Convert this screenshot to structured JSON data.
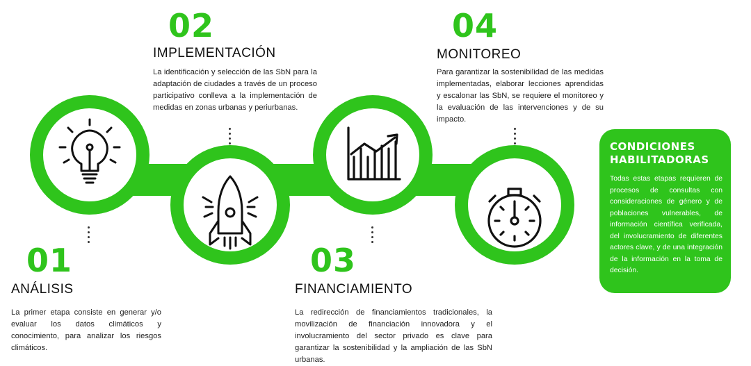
{
  "colors": {
    "accent": "#2fc41c",
    "text": "#111111",
    "panel_text": "#ffffff"
  },
  "steps": [
    {
      "number": "01",
      "title": "ANÁLISIS",
      "icon": "lightbulb-icon",
      "description": "La primer etapa consiste en generar y/o evaluar los datos climáticos y conocimiento, para analizar los riesgos climáticos."
    },
    {
      "number": "02",
      "title": "IMPLEMENTACIÓN",
      "icon": "rocket-icon",
      "description": "La identificación y selección de las SbN para la adaptación de ciudades a través de un proceso participativo conlleva a la implementación de medidas en zonas urbanas y periurbanas."
    },
    {
      "number": "03",
      "title": "FINANCIAMIENTO",
      "icon": "growth-chart-icon",
      "description": "La redirección de financiamientos tradicionales, la movilización de financiación innovadora y el involucramiento del sector privado es clave para garantizar la sostenibilidad y la ampliación de las SbN urbanas."
    },
    {
      "number": "04",
      "title": "MONITOREO",
      "icon": "stopwatch-icon",
      "description": "Para garantizar la sostenibilidad de las medidas implementadas, elaborar lecciones aprendidas y escalonar las SbN, se requiere el monitoreo y la evaluación de las intervenciones y de su impacto."
    }
  ],
  "conditions": {
    "title": "CONDICIONES HABILITADORAS",
    "description": "Todas estas etapas requieren de procesos de consultas con consideraciones de género y de poblaciones vulnerables, de información científica verificada, del involucramiento de diferentes actores clave, y de una integración de la información en la toma de decisión."
  }
}
